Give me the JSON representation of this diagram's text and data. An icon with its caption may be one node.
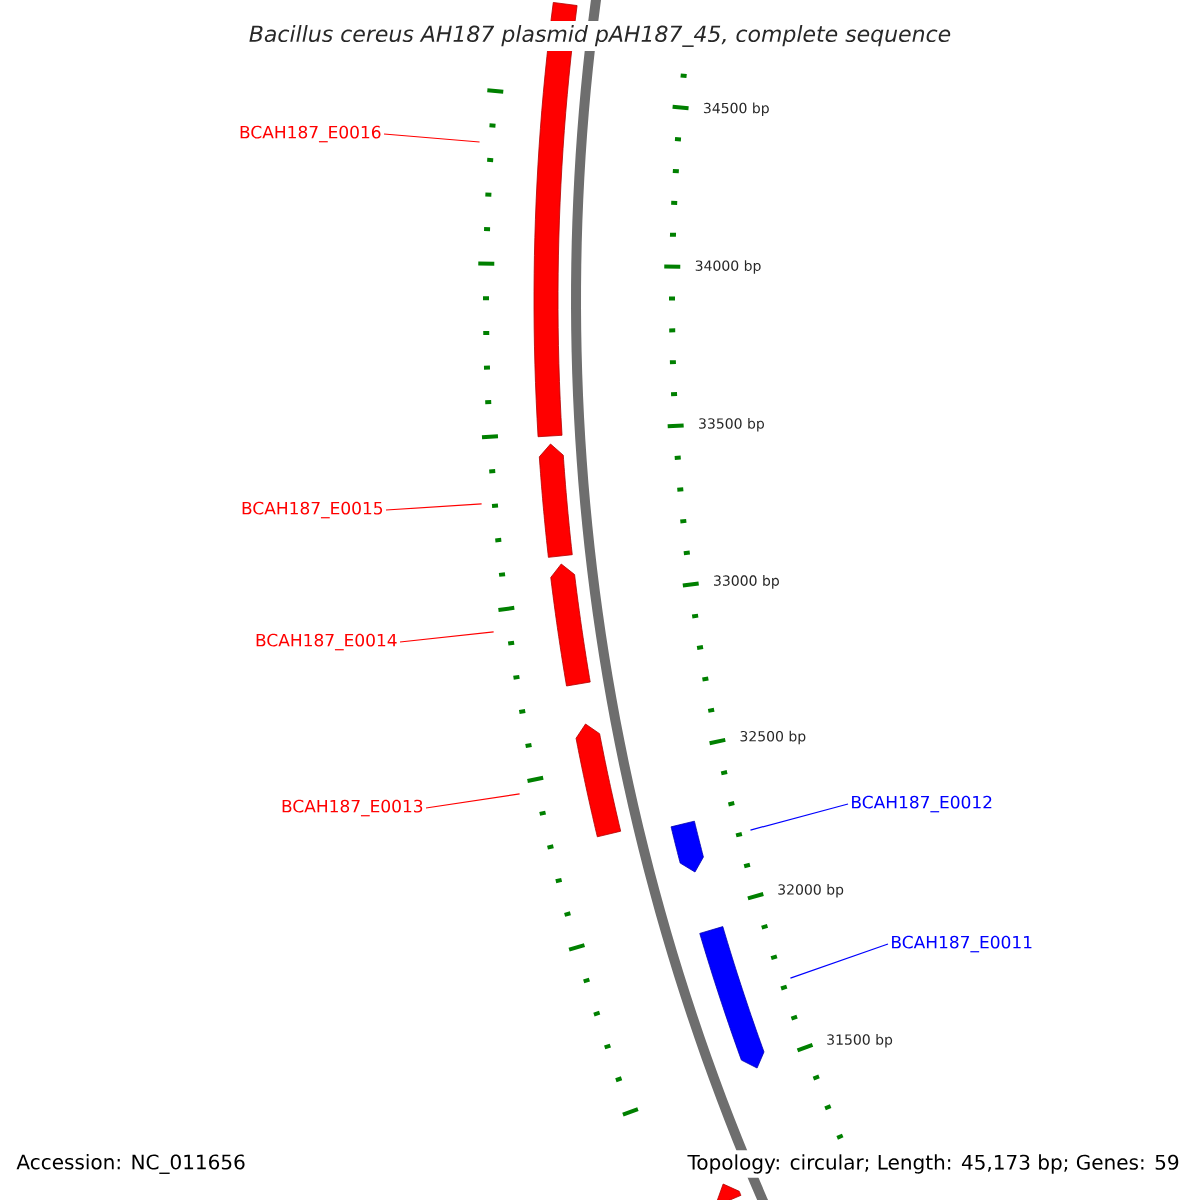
{
  "diagram": {
    "title": "Bacillus cereus AH187 plasmid pAH187_45, complete sequence",
    "nodes": [
      {
        "text": [
          "BCAH187_E0016"
        ]
      },
      {
        "text": [
          "BCAH187_E0015"
        ]
      },
      {
        "text": [
          "BCAH187_E0014"
        ]
      },
      {
        "text": [
          "BCAH187_E0013"
        ]
      },
      {
        "text": [
          "BCAH187_E0012"
        ]
      },
      {
        "text": [
          "BCAH187_E0011"
        ]
      },
      {
        "text": [],
        "shape": "bar"
      },
      {
        "text": [],
        "shape": "bar"
      },
      {
        "text": [],
        "shape": "bar"
      },
      {
        "text": [],
        "shape": "bar"
      },
      {
        "text": [],
        "shape": "bar"
      },
      {
        "text": [],
        "shape": "bar"
      },
      {
        "text": [],
        "shape": "bar"
      }
    ],
    "edges": [
      {
        "from": 0,
        "to": 6,
        "arrow": "none"
      },
      {
        "from": 1,
        "to": 7,
        "arrow": "none"
      },
      {
        "from": 2,
        "to": 8,
        "arrow": "none"
      },
      {
        "from": 3,
        "to": 9,
        "arrow": "none"
      },
      {
        "from": 4,
        "to": 10,
        "arrow": "none",
        "color": "#0000ff"
      },
      {
        "from": 5,
        "to": 11,
        "arrow": "none",
        "color": "#0000ff"
      }
    ],
    "labels": [
      "34500 bp",
      "34000 bp",
      "33500 bp",
      "33000 bp",
      "32500 bp",
      "32000 bp",
      "31500 bp",
      "Accession: NC_011656",
      "Topology: circular; Length: 45,173 bp; Genes: 59"
    ]
  }
}
